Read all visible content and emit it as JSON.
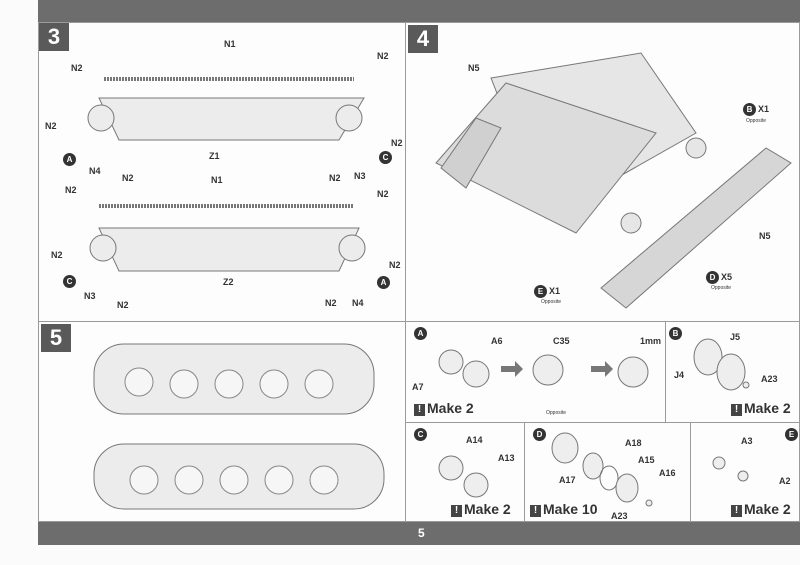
{
  "page_number": "5",
  "step3": {
    "number": "3",
    "labels": {
      "n1": "N1",
      "n2": "N2",
      "n3": "N3",
      "n4": "N4",
      "z1": "Z1",
      "z2": "Z2"
    },
    "callouts": {
      "a": "A",
      "c": "C"
    }
  },
  "step4": {
    "number": "4",
    "labels": {
      "n5": "N5"
    },
    "callouts": [
      {
        "id": "B",
        "qty": "X1",
        "note": "Opposite"
      },
      {
        "id": "D",
        "qty": "X5",
        "note": "Opposite"
      },
      {
        "id": "E",
        "qty": "X1",
        "note": "Opposite"
      }
    ]
  },
  "step5": {
    "number": "5"
  },
  "sub": {
    "a": {
      "id": "A",
      "parts": [
        "A6",
        "A7"
      ],
      "glue": "C35",
      "note": "Opposite",
      "gap": "1mm",
      "make": "Make 2"
    },
    "b": {
      "id": "B",
      "parts": [
        "J5",
        "J4",
        "A23"
      ],
      "make": "Make 2"
    },
    "c": {
      "id": "C",
      "parts": [
        "A14",
        "A13"
      ],
      "make": "Make 2"
    },
    "d": {
      "id": "D",
      "parts": [
        "A18",
        "A15",
        "A16",
        "A17",
        "A23"
      ],
      "make": "Make 10"
    },
    "e": {
      "id": "E",
      "parts": [
        "A3",
        "A2"
      ],
      "make": "Make 2"
    }
  },
  "make_icon": "!"
}
